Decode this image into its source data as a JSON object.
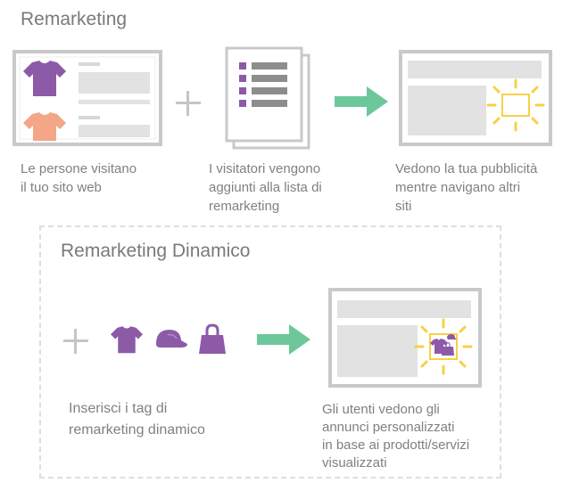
{
  "top_section": {
    "title": "Remarketing",
    "step1_caption": [
      "Le persone visitano",
      "il tuo sito web"
    ],
    "step2_caption": [
      "I visitatori vengono",
      "aggiunti alla lista di",
      "remarketing"
    ],
    "step3_caption": [
      "Vedono la tua pubblicità",
      "mentre navigano altri",
      "siti"
    ]
  },
  "dynamic_section": {
    "title": "Remarketing Dinamico",
    "step1_caption": [
      "Inserisci i tag di",
      "remarketing dinamico"
    ],
    "step2_caption": [
      "Gli utenti vedono gli",
      "annunci personalizzati",
      "in base ai prodotti/servizi",
      "visualizzati"
    ]
  },
  "icons": [
    "tshirt-icon",
    "plus-icon",
    "list-document-icon",
    "arrow-right-icon",
    "browser-ad-icon",
    "cap-icon",
    "bag-icon"
  ],
  "colors": {
    "purple": "#8d5aa8",
    "salmon": "#f4a688",
    "green": "#6cc79a",
    "gray_frame": "#c7c7c7",
    "gray_block": "#e2e2e2",
    "yellow": "#f7d046"
  }
}
